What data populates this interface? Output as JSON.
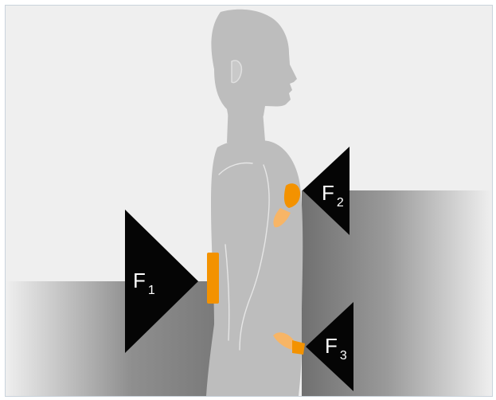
{
  "forces": [
    {
      "symbol": "F",
      "index": "1"
    },
    {
      "symbol": "F",
      "index": "2"
    },
    {
      "symbol": "F",
      "index": "3"
    }
  ],
  "colors": {
    "background": "#efefef",
    "frame_border": "#c9d3dc",
    "figure": "#bdbdbd",
    "support_dark": "#7a7a7a",
    "wedge": "#050505",
    "pad_orange": "#f39200",
    "pad_orange_light": "#f7b566"
  },
  "icons": [
    "human-silhouette",
    "force-wedge",
    "support-surface",
    "brace-pad"
  ]
}
